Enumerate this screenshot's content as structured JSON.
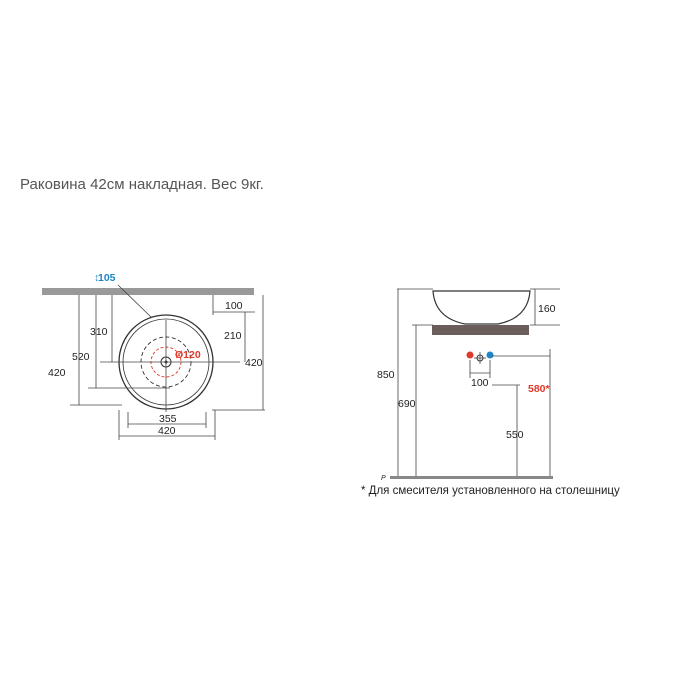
{
  "title": "Раковина 42см накладная. Вес 9кг.",
  "colors": {
    "accent_red": "#e0382a",
    "accent_blue": "#1f86c6",
    "counter": "#6b5d5a",
    "wall": "#999999"
  },
  "plan": {
    "dim_105": "105",
    "dim_100": "100",
    "dim_310": "310",
    "dim_210": "210",
    "dim_520": "520",
    "dim_diam": "Ø120",
    "dim_420_left": "420",
    "dim_420_right": "420",
    "dim_355": "355",
    "dim_420_bottom": "420"
  },
  "side": {
    "dim_160": "160",
    "dim_850": "850",
    "dim_690": "690",
    "dim_100": "100",
    "dim_580": "580*",
    "dim_550": "550",
    "floor_label": "P"
  },
  "footnote": "* Для смесителя установленного на столешницу"
}
